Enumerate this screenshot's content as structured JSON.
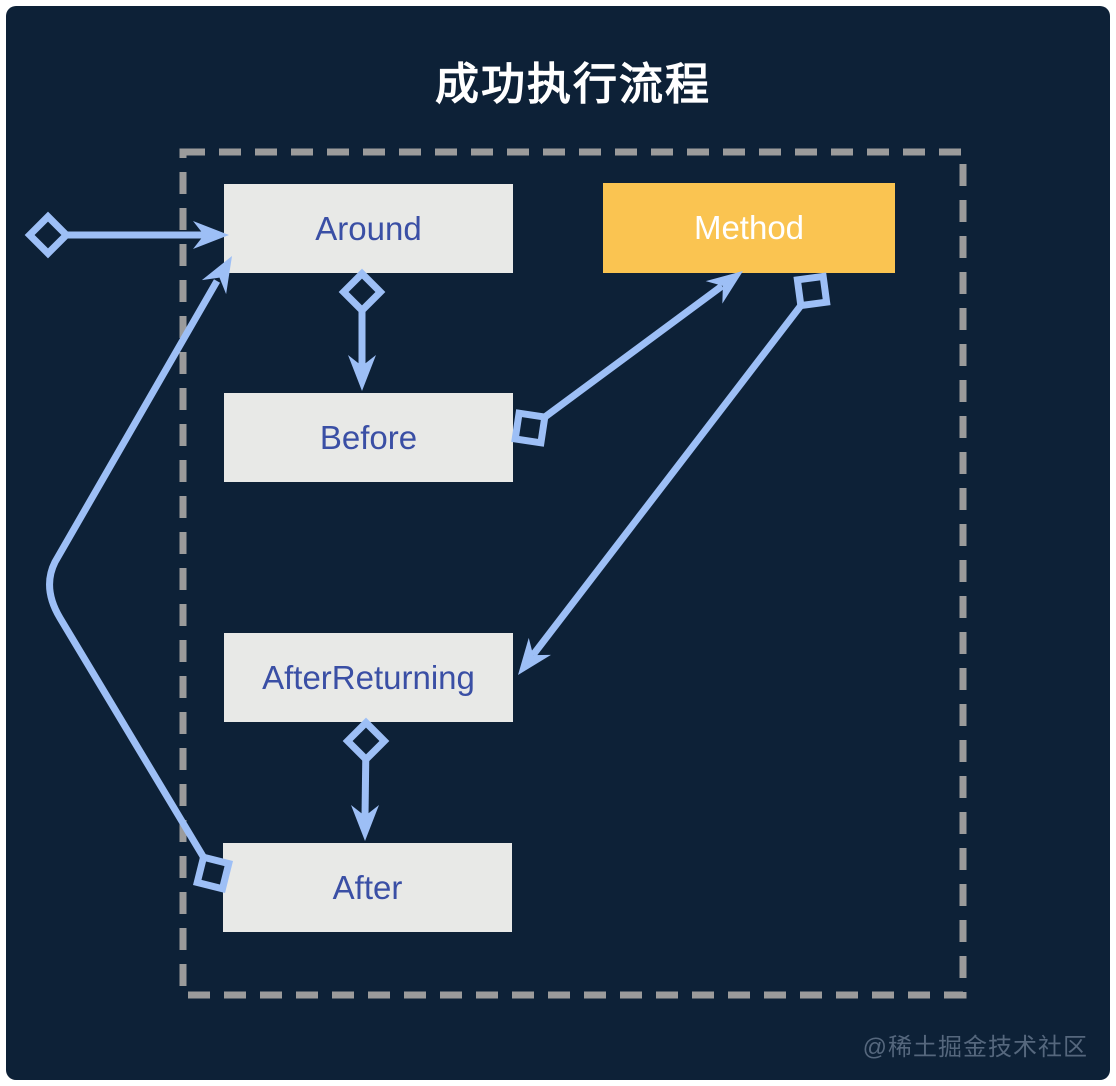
{
  "title": "成功执行流程",
  "watermark": "@稀土掘金技术社区",
  "colors": {
    "background": "#0D2137",
    "page_border": "#FFFFFF",
    "node_fill": "#E8E9E7",
    "node_text": "#3A4FA5",
    "method_fill": "#FAC451",
    "method_text": "#FFFFFF",
    "arrow": "#9DBFF6",
    "dashed_border": "#9B9B9B",
    "watermark_text": "#55677D"
  },
  "diagram": {
    "type": "flowchart",
    "nodes": [
      {
        "id": "around",
        "label": "Around",
        "style": "advice"
      },
      {
        "id": "method",
        "label": "Method",
        "style": "target"
      },
      {
        "id": "before",
        "label": "Before",
        "style": "advice"
      },
      {
        "id": "after-returning",
        "label": "AfterReturning",
        "style": "advice"
      },
      {
        "id": "after",
        "label": "After",
        "style": "advice"
      }
    ],
    "edges": [
      {
        "from": "external",
        "to": "around"
      },
      {
        "from": "around",
        "to": "before"
      },
      {
        "from": "before",
        "to": "method"
      },
      {
        "from": "method",
        "to": "after-returning"
      },
      {
        "from": "after-returning",
        "to": "after"
      },
      {
        "from": "after",
        "to": "around"
      }
    ]
  }
}
